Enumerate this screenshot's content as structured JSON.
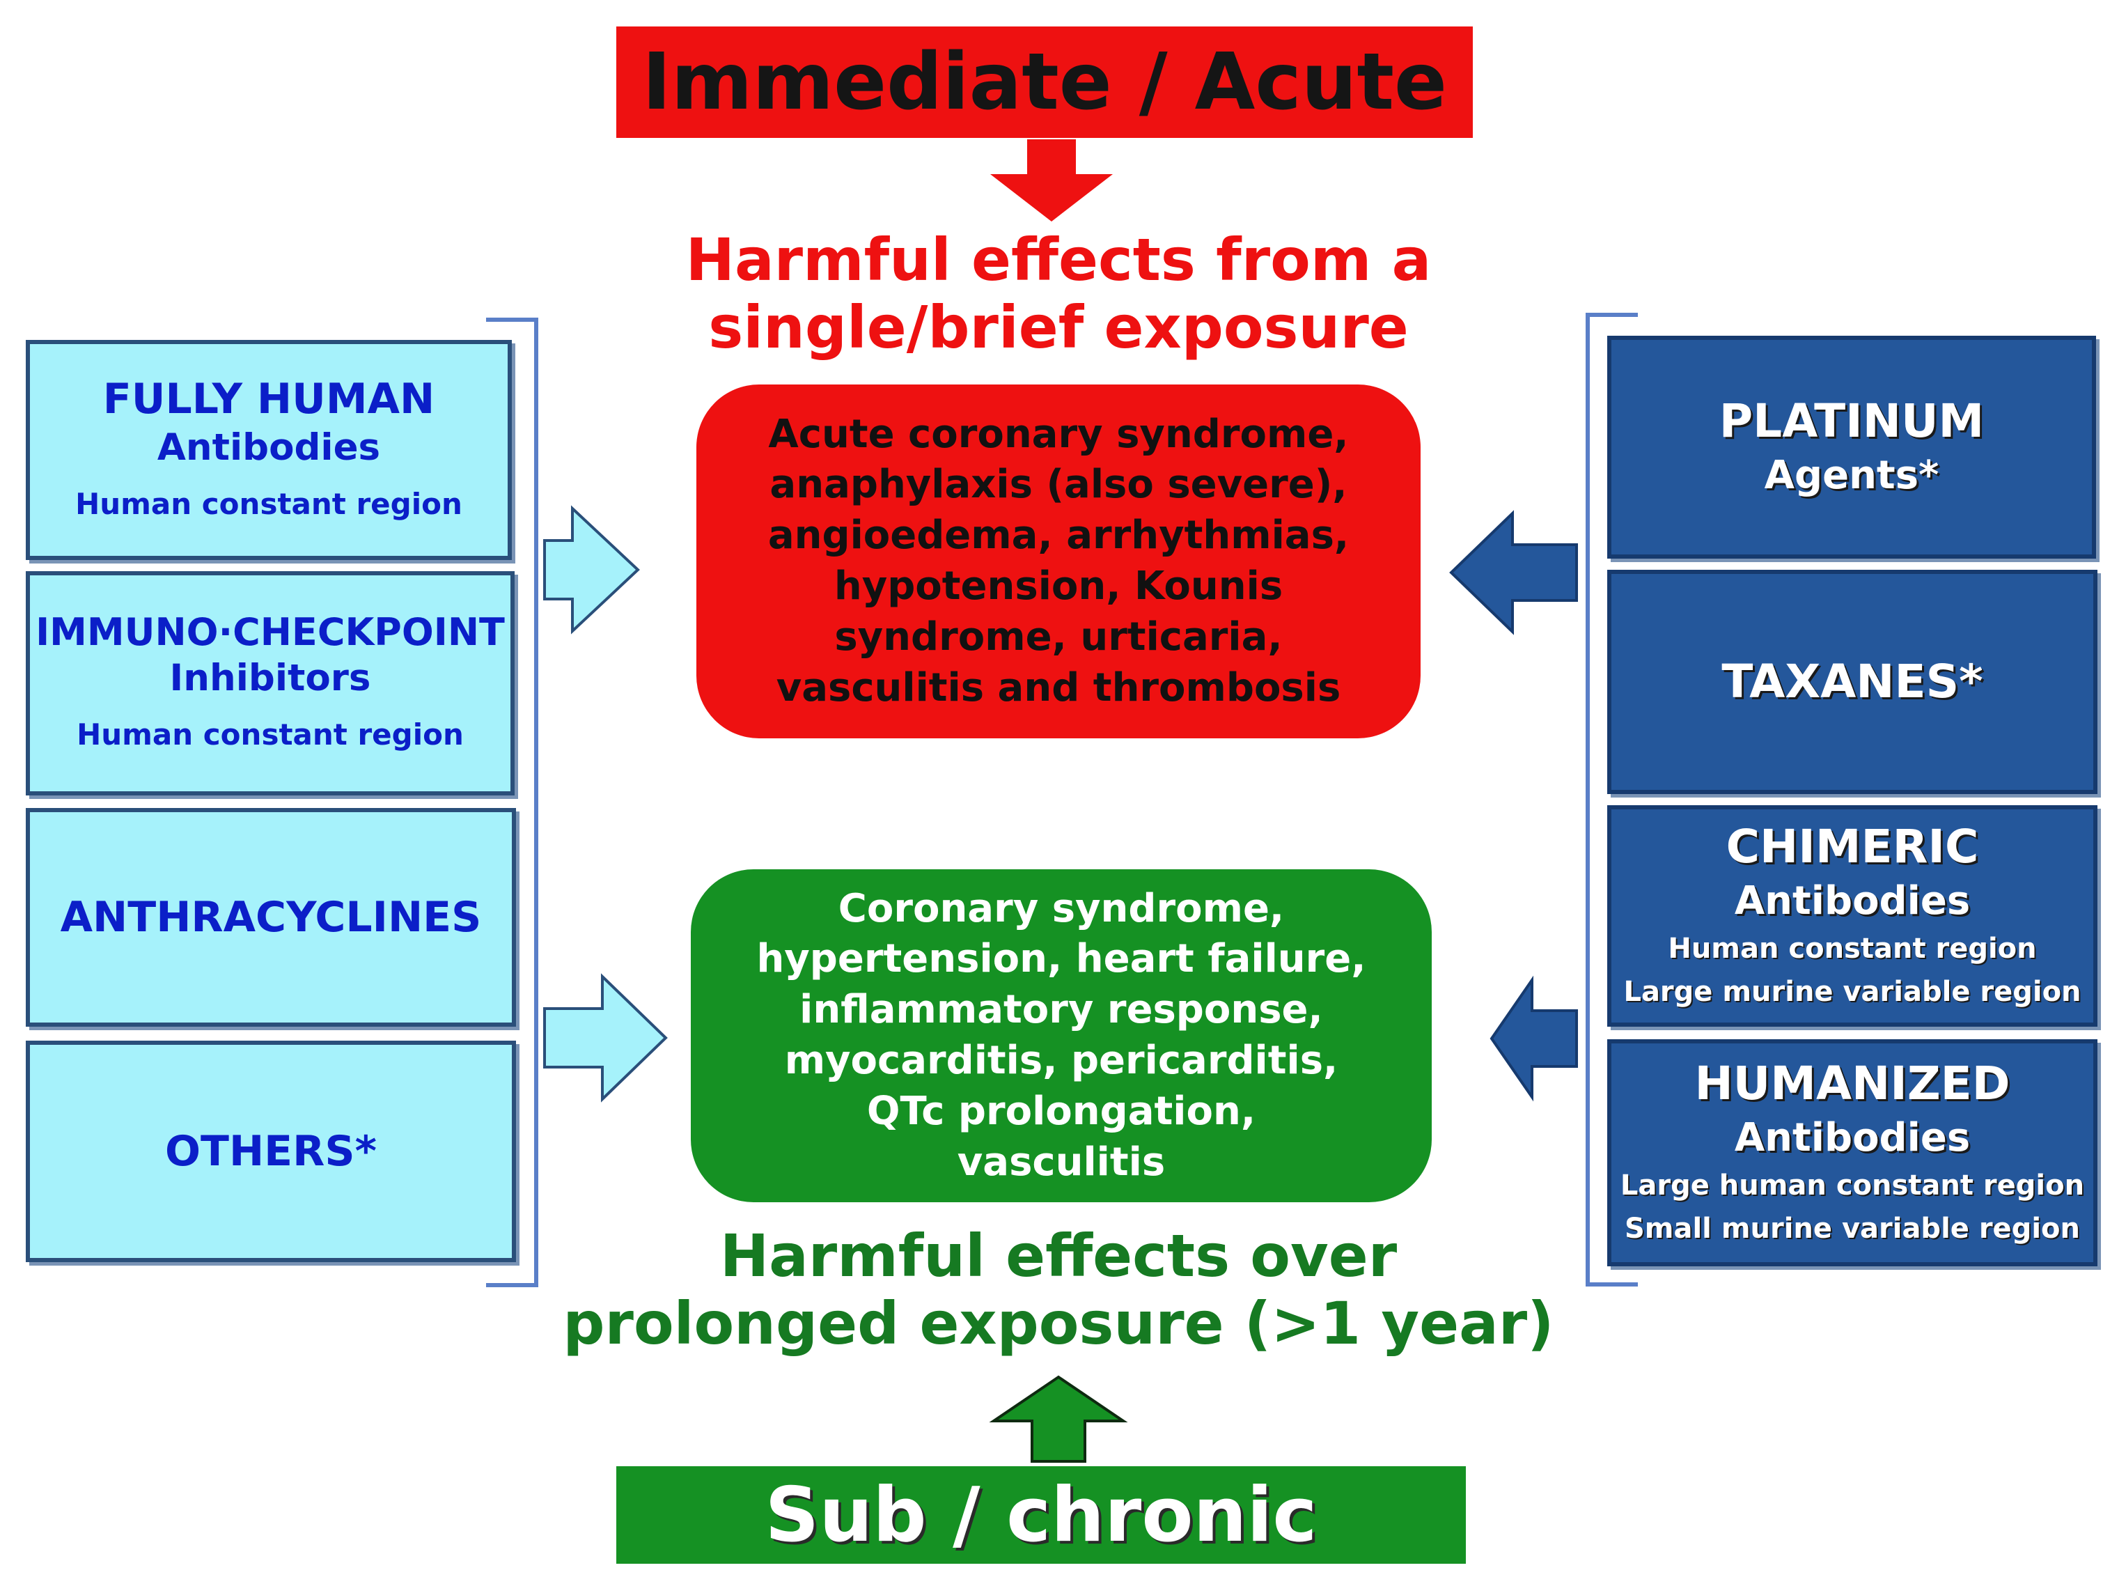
{
  "acute": {
    "banner": "Immediate / Acute",
    "caption_line1": "Harmful effects from a",
    "caption_line2": "single/brief exposure",
    "effects": [
      "Acute coronary syndrome,",
      "anaphylaxis (also severe),",
      "angioedema, arrhythmias,",
      "hypotension, Kounis",
      "syndrome, urticaria,",
      "vasculitis and thrombosis"
    ]
  },
  "chronic": {
    "banner": "Sub / chronic",
    "caption_line1": "Harmful effects over",
    "caption_line2": "prolonged exposure (>1 year)",
    "effects": [
      "Coronary syndrome,",
      "hypertension, heart failure,",
      "inflammatory response,",
      "myocarditis, pericarditis,",
      "QTc prolongation,",
      "vasculitis"
    ]
  },
  "left_agents": [
    {
      "title": "FULLY HUMAN",
      "subtitle": "Antibodies",
      "details": [
        "Human constant region"
      ]
    },
    {
      "title": "IMMUNO·CHECKPOINT",
      "subtitle": "Inhibitors",
      "details": [
        "Human constant region"
      ]
    },
    {
      "title": "ANTHRACYCLINES"
    },
    {
      "title": "OTHERS*"
    }
  ],
  "right_agents": [
    {
      "title": "PLATINUM",
      "subtitle": "Agents*"
    },
    {
      "title": "TAXANES*"
    },
    {
      "title": "CHIMERIC",
      "subtitle": "Antibodies",
      "details": [
        "Human constant region",
        "Large murine variable region"
      ]
    },
    {
      "title": "HUMANIZED",
      "subtitle": "Antibodies",
      "details": [
        "Large human constant region",
        "Small murine variable region"
      ]
    }
  ],
  "colors": {
    "acute_red": "#ee1111",
    "chronic_green": "#159123",
    "left_box_fill": "#a6f2fb",
    "left_text": "#0b1fc8",
    "right_box_fill": "#24579b",
    "bracket": "#5a7fc8"
  }
}
